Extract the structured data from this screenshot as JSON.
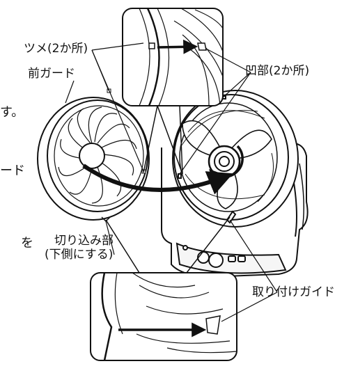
{
  "labels": {
    "tab_label": "ツメ(2か所)",
    "front_guard": "前ガード",
    "recess": "凹部(2か所)",
    "notch_line1": "切り込み部",
    "notch_line2": "(下側にする)",
    "mounting_guide": "取り付けガイド"
  },
  "cut_text": {
    "edge_1": "す。",
    "edge_2": "ード",
    "edge_3": "を"
  },
  "colors": {
    "line": "#111111",
    "background": "#ffffff",
    "panel_shade": "#e8e8e8"
  },
  "icons": {
    "flow_arrow": "curved-arrow",
    "rotate_arrow": "rotation-arrow"
  }
}
